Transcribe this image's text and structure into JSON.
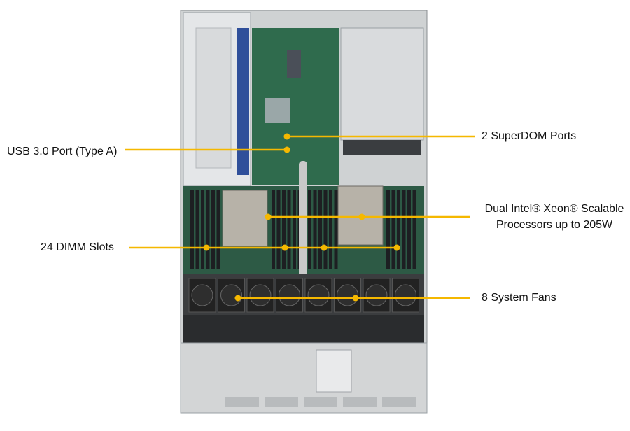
{
  "callout_color": "#f5b800",
  "labels": {
    "usb": "USB 3.0 Port (Type A)",
    "superdom": "2 SuperDOM Ports",
    "cpu_line1": "Dual Intel® Xeon® Scalable",
    "cpu_line2": "Processors up to 205W",
    "dimm": "24 DIMM Slots",
    "fans": "8 System Fans"
  }
}
